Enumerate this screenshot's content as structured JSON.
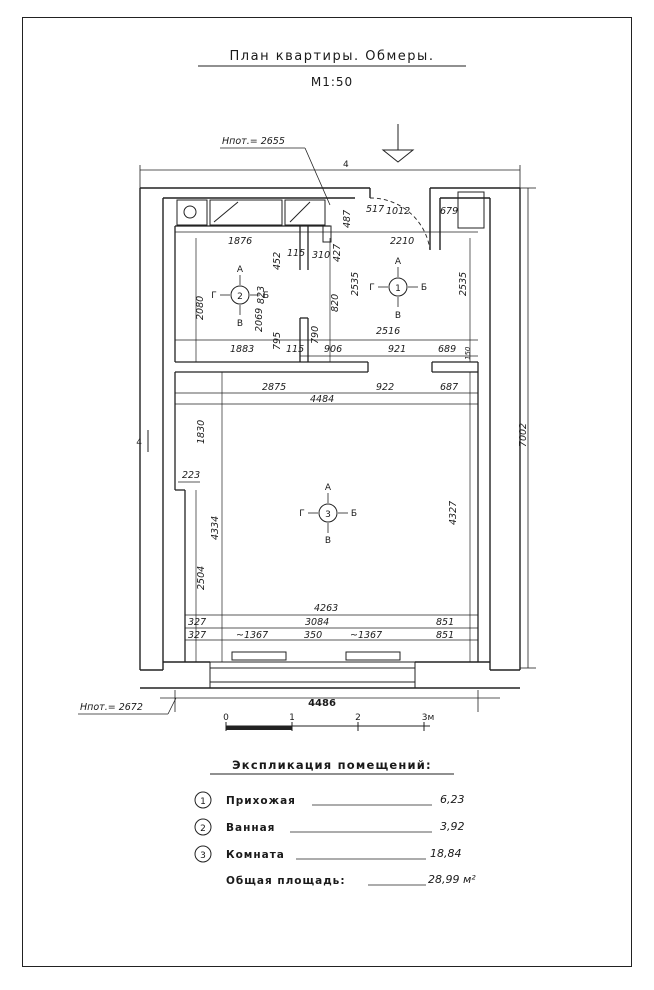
{
  "title": "План квартиры. Обмеры.",
  "scale": "М1:50",
  "floor_level_top": "Нпот.= 2655",
  "floor_level_bottom": "Нпот.= 2672",
  "overall": {
    "bottom_width": "4486",
    "right_height": "7002",
    "top_mark": "4",
    "left_mark": "4"
  },
  "scale_bar": {
    "ticks": [
      "0",
      "1",
      "2",
      "3м"
    ]
  },
  "rooms": {
    "r1": {
      "number": "1",
      "dir_n": "А",
      "dir_s": "В",
      "dir_w": "Г",
      "dir_e": "Б"
    },
    "r2": {
      "number": "2",
      "dir_n": "А",
      "dir_s": "В",
      "dir_w": "Г",
      "dir_e": "Б"
    },
    "r3": {
      "number": "3",
      "dir_n": "А",
      "dir_s": "В",
      "dir_w": "Г",
      "dir_e": "Б"
    }
  },
  "dims": {
    "d517": "517",
    "d1012": "1012",
    "d679": "679",
    "d1876": "1876",
    "d2210": "2210",
    "d115a": "115",
    "d310": "310",
    "d487": "487",
    "d427": "427",
    "d2080": "2080",
    "d823": "823",
    "d452": "452",
    "d2069": "2069",
    "d820": "820",
    "d2535a": "2535",
    "d2535b": "2535",
    "d795": "795",
    "d790": "790",
    "d2516": "2516",
    "d1883": "1883",
    "d115b": "115",
    "d906": "906",
    "d921": "921",
    "d689": "689",
    "d150": "150",
    "d2875": "2875",
    "d922": "922",
    "d687": "687",
    "d4484": "4484",
    "d1830": "1830",
    "d223": "223",
    "d4334": "4334",
    "d4327": "4327",
    "d2504": "2504",
    "d4263": "4263",
    "d327a": "327",
    "d3084": "3084",
    "d851a": "851",
    "d327b": "327",
    "d1367a": "~1367",
    "d350": "350",
    "d1367b": "~1367",
    "d851b": "851"
  },
  "legend": {
    "title": "Экспликация помещений:",
    "items": [
      {
        "number": "1",
        "name": "Прихожая",
        "area": "6,23"
      },
      {
        "number": "2",
        "name": "Ванная",
        "area": "3,92"
      },
      {
        "number": "3",
        "name": "Комната",
        "area": "18,84"
      }
    ],
    "total_label": "Общая площадь:",
    "total_value": "28,99 м²"
  }
}
